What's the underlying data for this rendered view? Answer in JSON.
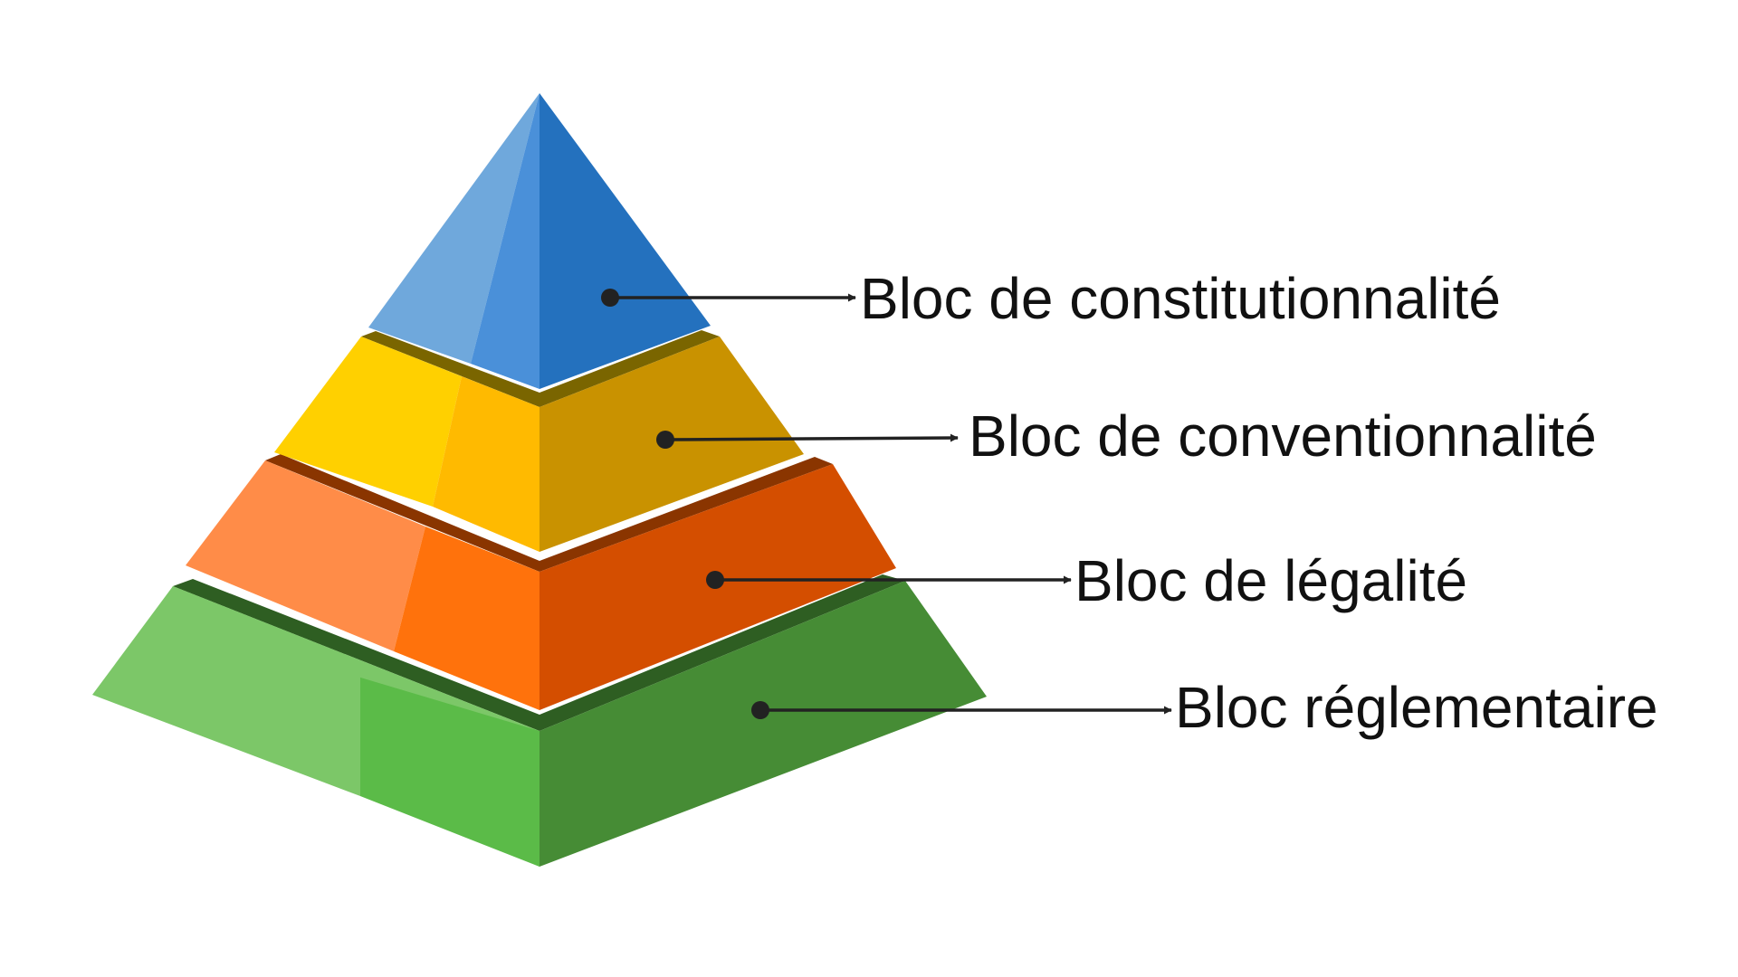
{
  "tiers": [
    {
      "label": "Bloc de constitutionnalité",
      "colors": {
        "left": "#6FA8DC",
        "mid": "#4A90D9",
        "right": "#2471BE"
      }
    },
    {
      "label": "Bloc de conventionnalité",
      "colors": {
        "left": "#FFD000",
        "mid": "#FFBA00",
        "right": "#C99200",
        "ledge": "#7A6500"
      }
    },
    {
      "label": "Bloc de légalité",
      "colors": {
        "left": "#FF8C48",
        "mid": "#FF720C",
        "right": "#D44E00",
        "ledge": "#8A3500"
      }
    },
    {
      "label": "Bloc réglementaire",
      "colors": {
        "left": "#7CC768",
        "mid": "#5BBB48",
        "right": "#468C35",
        "ledge": "#2E5E22"
      }
    }
  ],
  "connector_color": "#222222"
}
